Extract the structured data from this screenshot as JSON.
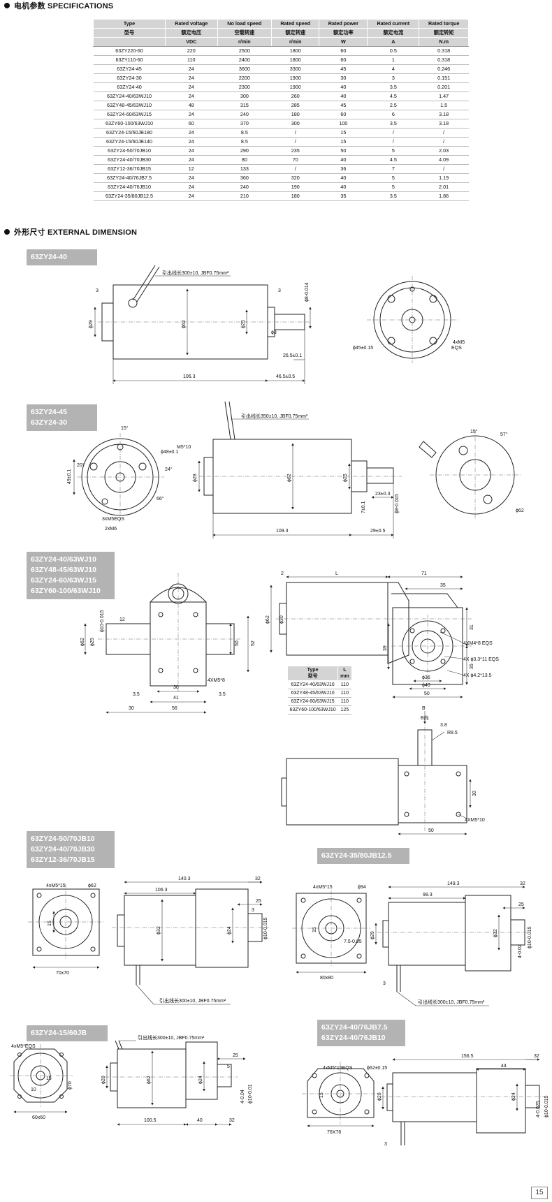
{
  "spec_section": {
    "title": "电机参数 SPECIFICATIONS"
  },
  "spec_table": {
    "headers": [
      {
        "en": "Type",
        "cn": "型号",
        "unit": ""
      },
      {
        "en": "Rated voltage",
        "cn": "额定电压",
        "unit": "VDC"
      },
      {
        "en": "No load speed",
        "cn": "空载转速",
        "unit": "r/min"
      },
      {
        "en": "Rated speed",
        "cn": "额定转速",
        "unit": "r/min"
      },
      {
        "en": "Rated power",
        "cn": "额定功率",
        "unit": "W"
      },
      {
        "en": "Rated current",
        "cn": "额定电流",
        "unit": "A"
      },
      {
        "en": "Rated torque",
        "cn": "额定转矩",
        "unit": "N.m"
      }
    ],
    "rows": [
      [
        "63ZY220-60",
        "220",
        "2500",
        "1800",
        "60",
        "0.5",
        "0.318"
      ],
      [
        "63ZY110-60",
        "110",
        "2400",
        "1800",
        "60",
        "1",
        "0.318"
      ],
      [
        "63ZY24-45",
        "24",
        "3600",
        "3300",
        "45",
        "4",
        "0.246"
      ],
      [
        "63ZY24-30",
        "24",
        "2200",
        "1900",
        "30",
        "3",
        "0.151"
      ],
      [
        "63ZY24-40",
        "24",
        "2300",
        "1900",
        "40",
        "3.5",
        "0.201"
      ],
      [
        "63ZY24-40/63WJ10",
        "24",
        "300",
        "260",
        "40",
        "4.5",
        "1.47"
      ],
      [
        "63ZY48-45/63WJ10",
        "48",
        "315",
        "285",
        "45",
        "2.5",
        "1.5"
      ],
      [
        "63ZY24-60/63WJ15",
        "24",
        "240",
        "180",
        "60",
        "6",
        "3.18"
      ],
      [
        "63ZY60-100/63WJ10",
        "60",
        "370",
        "300",
        "100",
        "3.5",
        "3.18"
      ],
      [
        "63ZY24-15/60JB180",
        "24",
        "8.5",
        "/",
        "15",
        "/",
        "/"
      ],
      [
        "63ZY24-15/60JB140",
        "24",
        "8.5",
        "/",
        "15",
        "/",
        "/"
      ],
      [
        "63ZY24-50/70JB10",
        "24",
        "290",
        "235",
        "50",
        "5",
        "2.03"
      ],
      [
        "63ZY24-40/70JB30",
        "24",
        "80",
        "70",
        "40",
        "4.5",
        "4.09"
      ],
      [
        "63ZY12-36/70JB15",
        "12",
        "133",
        "/",
        "36",
        "7",
        "/"
      ],
      [
        "63ZY24-40/76JB7.5",
        "24",
        "360",
        "320",
        "40",
        "5",
        "1.19"
      ],
      [
        "63ZY24-40/76JB10",
        "24",
        "240",
        "190",
        "40",
        "5",
        "2.01"
      ],
      [
        "63ZY24-35/80JB12.5",
        "24",
        "210",
        "180",
        "35",
        "3.5",
        "1.86"
      ]
    ]
  },
  "dim_section": {
    "title": "外形尺寸 EXTERNAL DIMENSION"
  },
  "tags": {
    "t1": [
      "63ZY24-40"
    ],
    "t2": [
      "63ZY24-45",
      "63ZY24-30"
    ],
    "t3": [
      "63ZY24-40/63WJ10",
      "63ZY48-45/63WJ10",
      "63ZY24-60/63WJ15",
      "63ZY60-100/63WJ10"
    ],
    "t4": [
      "63ZY24-50/70JB10",
      "63ZY24-40/70JB30",
      "63ZY12-36/70JB15"
    ],
    "t5": [
      "63ZY24-35/80JB12.5"
    ],
    "t6": [
      "63ZY24-15/60JB"
    ],
    "t7": [
      "63ZY24-40/76JB7.5",
      "63ZY24-40/76JB10"
    ]
  },
  "lead_note_300": "引出线长300±10, JBF0.75mm²",
  "lead_note_350": "引出线长350±10, JBF0.75mm²",
  "dims": {
    "d1": {
      "len": "106.3",
      "ext": "46.5±0.5",
      "shaft": "26.5±0.1",
      "b": "3",
      "b2": "3",
      "phi29": "ϕ29",
      "phi62": "ϕ62",
      "phi25": "ϕ25",
      "phi8": "ϕ8-0.014",
      "phi3": "ϕ3",
      "bolt": "ϕ45±0.15",
      "eqs": "4xM5",
      "eqs2": "EQS"
    },
    "d2": {
      "ang15": "15°",
      "ang20": "20°",
      "ang24": "24°",
      "ang66": "66°",
      "phi48": "ϕ48±0.1",
      "h49": "49±0.1",
      "m6": "2xM6",
      "m5eqs": "3xM5EQS",
      "m5": "M5*10",
      "phi28": "ϕ28",
      "phi62": "ϕ62",
      "phi25": "ϕ25",
      "len": "109.3",
      "ext": "29±0.5",
      "k23": "23±0.3",
      "k7": "7±0.1",
      "phi8": "ϕ8-0.015",
      "ang15b": "15°",
      "ang57": "57°",
      "phi62b": "ϕ62"
    }
  },
  "wj": {
    "left": {
      "d12": "12",
      "phi10": "ϕ10-0.015",
      "phi62": "ϕ62",
      "phi25": "ϕ25",
      "d30": "30",
      "d50": "50",
      "d52": "52",
      "d35": "3.5",
      "d41": "41",
      "d56": "56",
      "d30b": "30",
      "m5": "4XM5*8",
      "d35b": "3.5"
    },
    "right": {
      "d2": "2",
      "L": "L",
      "d71": "71",
      "d35": "35",
      "phi62": "ϕ62",
      "phi30": "ϕ30",
      "d39": "39",
      "d31": "31",
      "d35v": "35",
      "eqs1": "4XM4*8 EQS",
      "eqs2": "4X ϕ3.3*11 EQS",
      "eqs3": "4X ϕ4.2*13.5",
      "phi36": "ϕ36",
      "phi40": "ϕ40",
      "d50": "50"
    },
    "table": {
      "h1": "Type",
      "h1b": "型号",
      "h2": "L",
      "h2b": "mm",
      "rows": [
        [
          "63ZY24-40/63WJ10",
          "110"
        ],
        [
          "63ZY48-45/63WJ10",
          "110"
        ],
        [
          "63ZY24-60/63WJ15",
          "110"
        ],
        [
          "63ZY60-100/63WJ10",
          "125"
        ]
      ]
    },
    "bottom": {
      "b": "B",
      "bdir": "B向",
      "d38": "3.8",
      "r85": "R8.5",
      "d30": "30",
      "m5": "4XM5*10",
      "d50": "50"
    }
  },
  "jb70": {
    "m5": "4xM5*15",
    "phi62": "ϕ62",
    "d15": "15",
    "sq": "70x70",
    "phi32": "ϕ32",
    "d140": "140.3",
    "d106": "106.3",
    "d32": "32",
    "d25": "25",
    "d3": "3",
    "phi24": "ϕ24",
    "phi10": "ϕ10-0.015"
  },
  "jb80": {
    "m5": "4xM5*15",
    "phi94": "ϕ94",
    "d15": "15",
    "sq": "80x80",
    "phi32": "ϕ32",
    "d149": "149.3",
    "d99": "99.3",
    "d32": "32",
    "d25": "25",
    "d3": "3",
    "phi29": "ϕ29",
    "phi10": "ϕ10-0.015",
    "k75": "7.5-0.05",
    "k4": "4-0.02"
  },
  "jb60": {
    "m5": "4xM5*EQS",
    "phi70": "ϕ70",
    "d15": "15",
    "d10": "10",
    "sq": "60x60",
    "phi28": "ϕ28",
    "phi62": "ϕ62",
    "phi24": "ϕ24",
    "len": "100.5",
    "d40": "40",
    "d32": "32",
    "d25": "25",
    "d5": "5",
    "phi4": "4-0.04",
    "phi10": "ϕ10-0.01"
  },
  "jb76": {
    "m5": "4xM5*15EQS",
    "phi62": "ϕ62±0.15",
    "d15": "15",
    "sq": "76X76",
    "d156": "156.5",
    "d44": "44",
    "d32": "32",
    "phi28": "ϕ28",
    "phi24": "ϕ24",
    "phi10": "ϕ10-0.015",
    "k4": "4-0.025",
    "d3": "3"
  },
  "page_number": "15"
}
